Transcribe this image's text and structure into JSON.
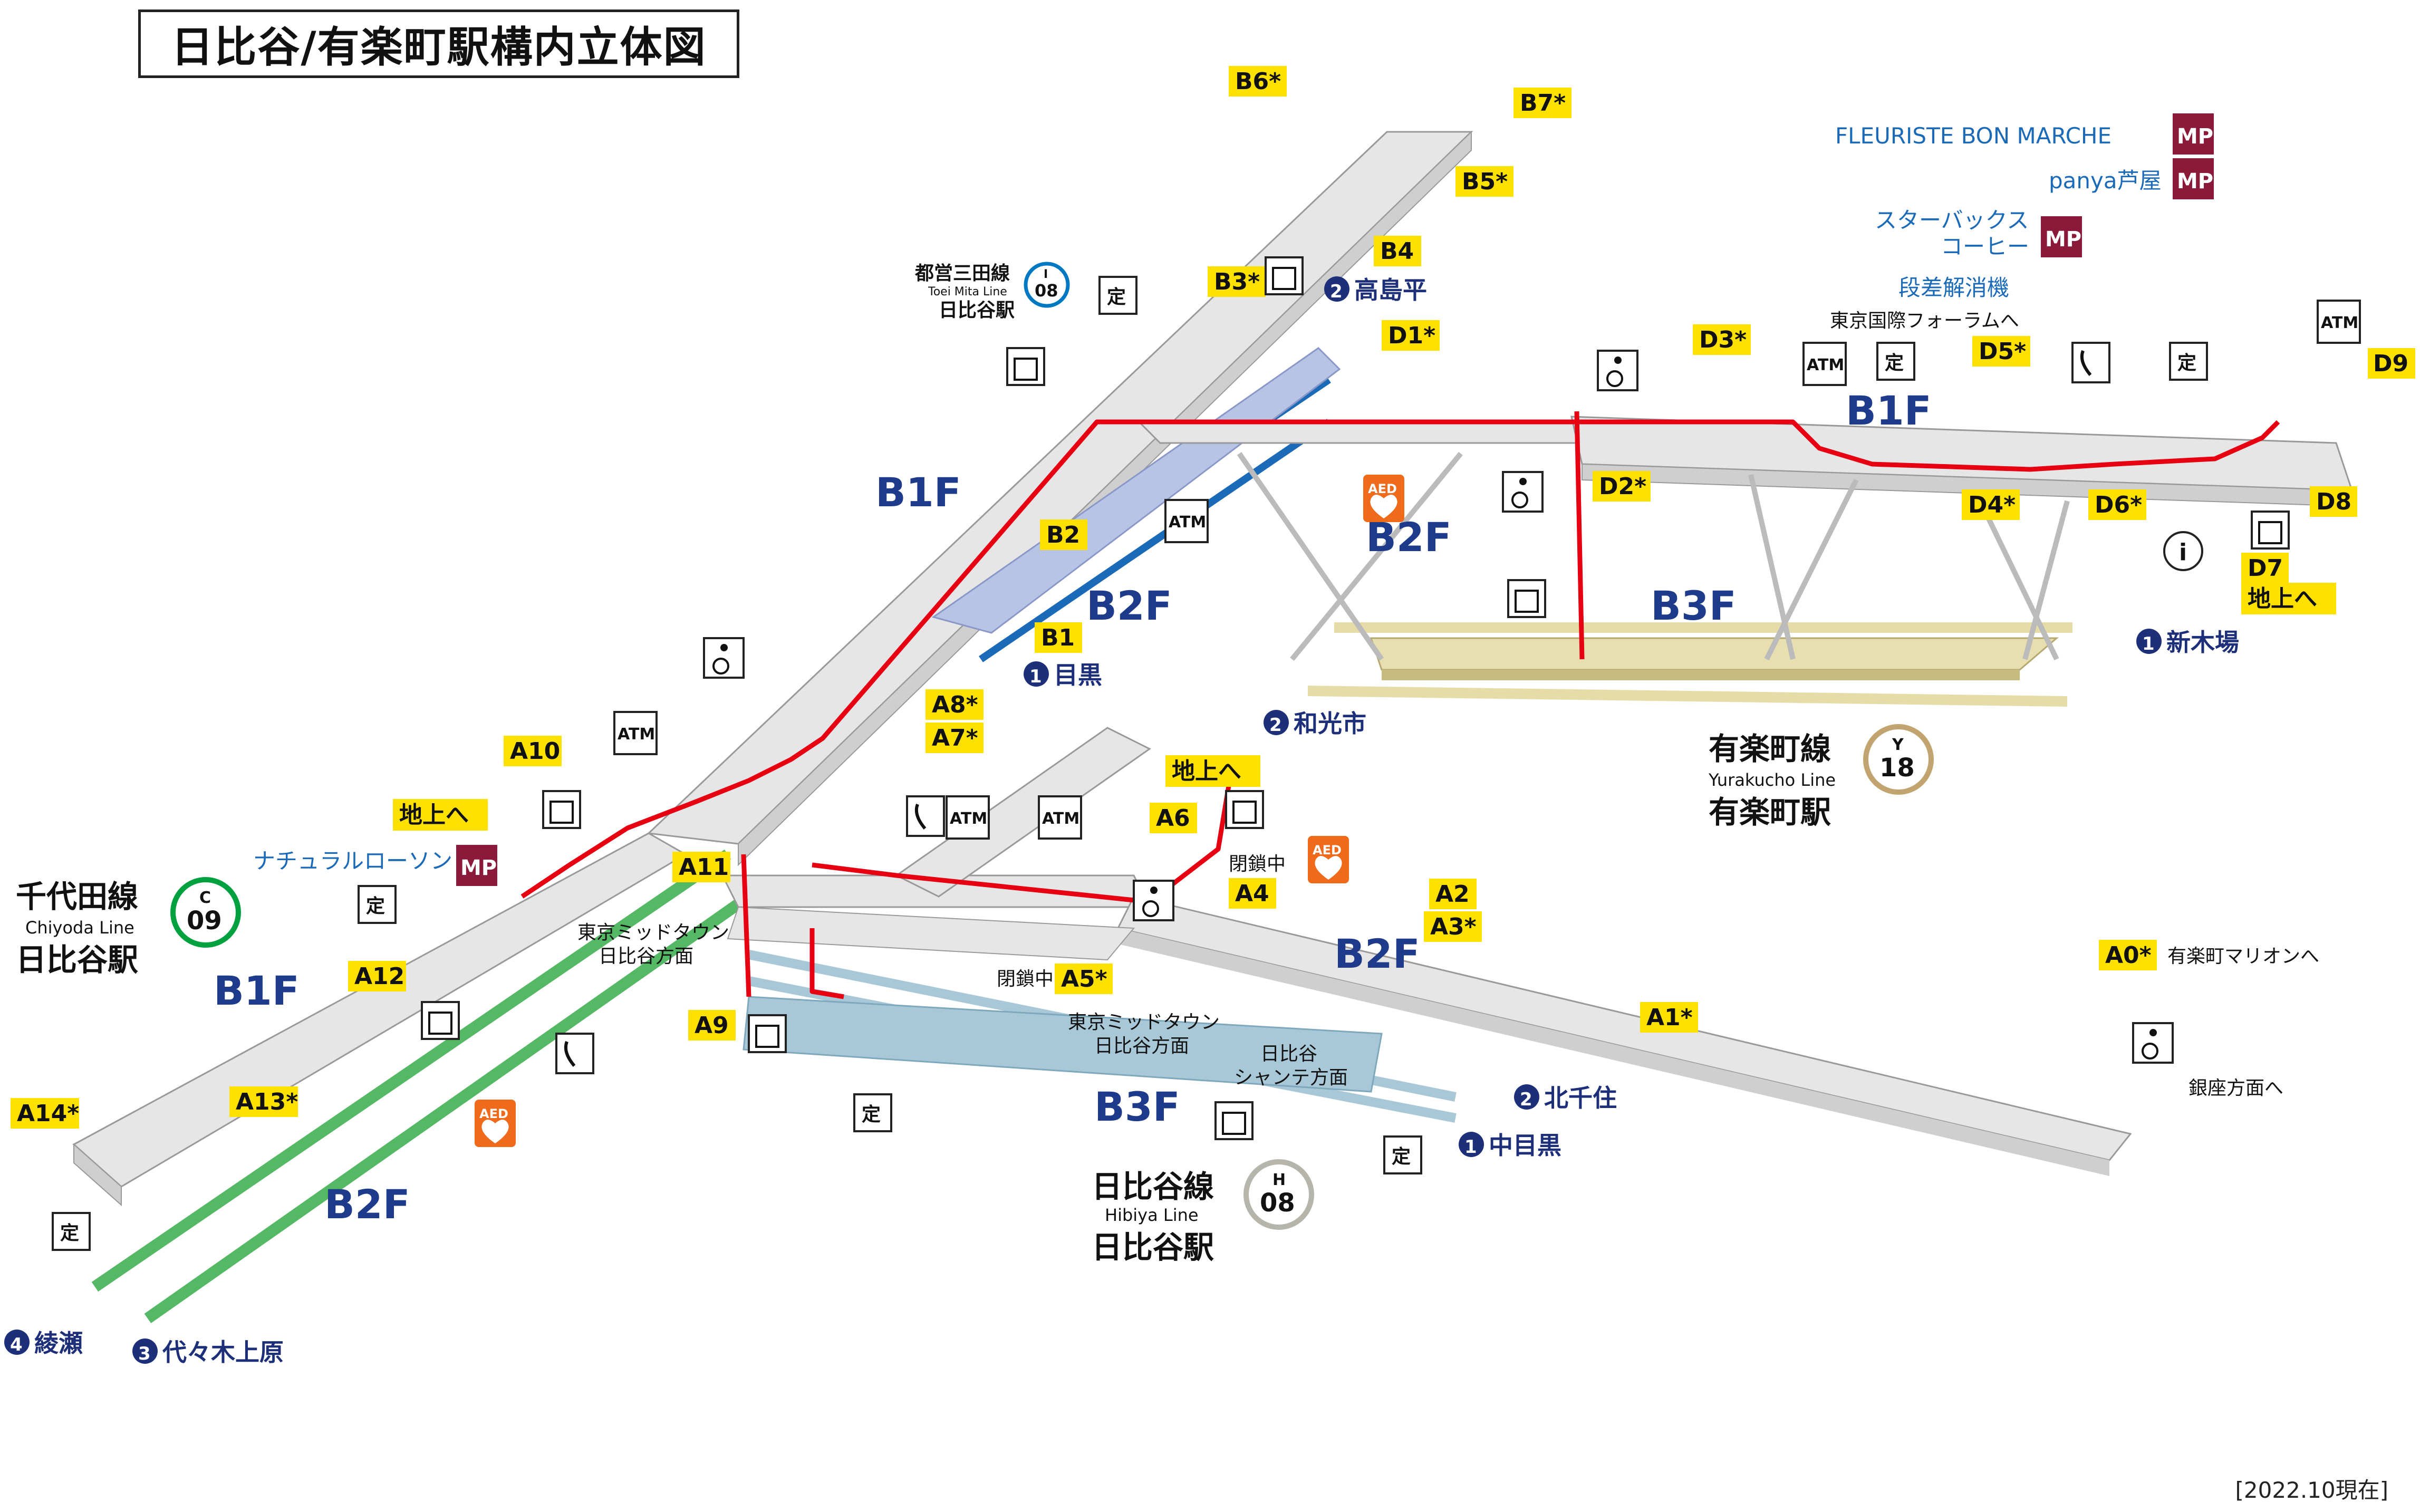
{
  "title": "日比谷/有楽町駅構内立体図",
  "as_of": "[2022.10現在]",
  "floors": {
    "b1f_top": "B1F",
    "b2f_top": "B2F",
    "b2f_center": "B2F",
    "b3f_right": "B3F",
    "b1f_left": "B1F",
    "b2f_left": "B2F",
    "b2f_mid": "B2F",
    "b3f_mid": "B3F",
    "b1f_right": "B1F"
  },
  "stations": {
    "chiyoda": {
      "name": "千代田線",
      "en": "Chiyoda Line",
      "code_letter": "C",
      "code_num": "09",
      "station": "日比谷駅",
      "color": "#00a13e"
    },
    "yurakucho": {
      "name": "有楽町線",
      "en": "Yurakucho Line",
      "code_letter": "Y",
      "code_num": "18",
      "station": "有楽町駅",
      "color": "#c1a470"
    },
    "hibiya": {
      "name": "日比谷線",
      "en": "Hibiya Line",
      "code_letter": "H",
      "code_num": "08",
      "station": "日比谷駅",
      "color": "#b5b5ac"
    },
    "mita": {
      "name": "都営三田線",
      "en": "Toei Mita Line",
      "code_letter": "I",
      "code_num": "08",
      "station": "日比谷駅",
      "color": "#0079c2"
    }
  },
  "exits": [
    "B6*",
    "B7*",
    "B5*",
    "B4",
    "B3*",
    "D1*",
    "D3*",
    "D5*",
    "D9",
    "D2*",
    "D4*",
    "D6*",
    "D8",
    "D7",
    "B2",
    "B1",
    "A8*",
    "A7*",
    "A10",
    "A6",
    "A4",
    "A2",
    "A3*",
    "A0*",
    "A11",
    "A12",
    "A5*",
    "A1*",
    "A9",
    "A13*",
    "A14*"
  ],
  "ground_labels": [
    "地上へ",
    "地上へ",
    "地上へ"
  ],
  "directions": {
    "takashimadaira": {
      "num": "2",
      "text": "高島平"
    },
    "meguro": {
      "num": "1",
      "text": "目黒"
    },
    "wakoshi": {
      "num": "2",
      "text": "和光市"
    },
    "shinkiba": {
      "num": "1",
      "text": "新木場"
    },
    "kitasenju": {
      "num": "2",
      "text": "北千住"
    },
    "nakameguro": {
      "num": "1",
      "text": "中目黒"
    },
    "ayase": {
      "num": "4",
      "text": "綾瀬"
    },
    "yoyogiuehara": {
      "num": "3",
      "text": "代々木上原"
    }
  },
  "shops": {
    "fleuriste": "FLEURISTE BON MARCHE",
    "panya": "panya芦屋",
    "starbucks_1": "スターバックス",
    "starbucks_2": "コーヒー",
    "natural_lawson": "ナチュラルローソン",
    "mp": "MP"
  },
  "notes": {
    "step_free": "段差解消機",
    "forum": "東京国際フォーラムへ",
    "marion": "有楽町マリオンへ",
    "ginza": "銀座方面へ",
    "midtown_a1": "東京ミッドタウン",
    "midtown_a2": "日比谷方面",
    "midtown_b1": "東京ミッドタウン",
    "midtown_b2": "日比谷方面",
    "chanter_1": "日比谷",
    "chanter_2": "シャンテ方面",
    "closed_1": "閉鎖中",
    "closed_2": "閉鎖中"
  },
  "icons": {
    "atm": "ATM",
    "teiki": "定",
    "aed": "AED",
    "info": "i"
  },
  "colors": {
    "route_red": "#e60012",
    "exit_yellow": "#ffe100",
    "floor_gray": "#e6e6e6",
    "b2f_blue": "#b8c4e6",
    "b3f_tan": "#e8dfb0",
    "mp_red": "#8b1a3a",
    "dir_navy": "#1e2f7a",
    "chiyoda_green": "#54b865",
    "hibiya_gray": "#a8c8d8"
  }
}
